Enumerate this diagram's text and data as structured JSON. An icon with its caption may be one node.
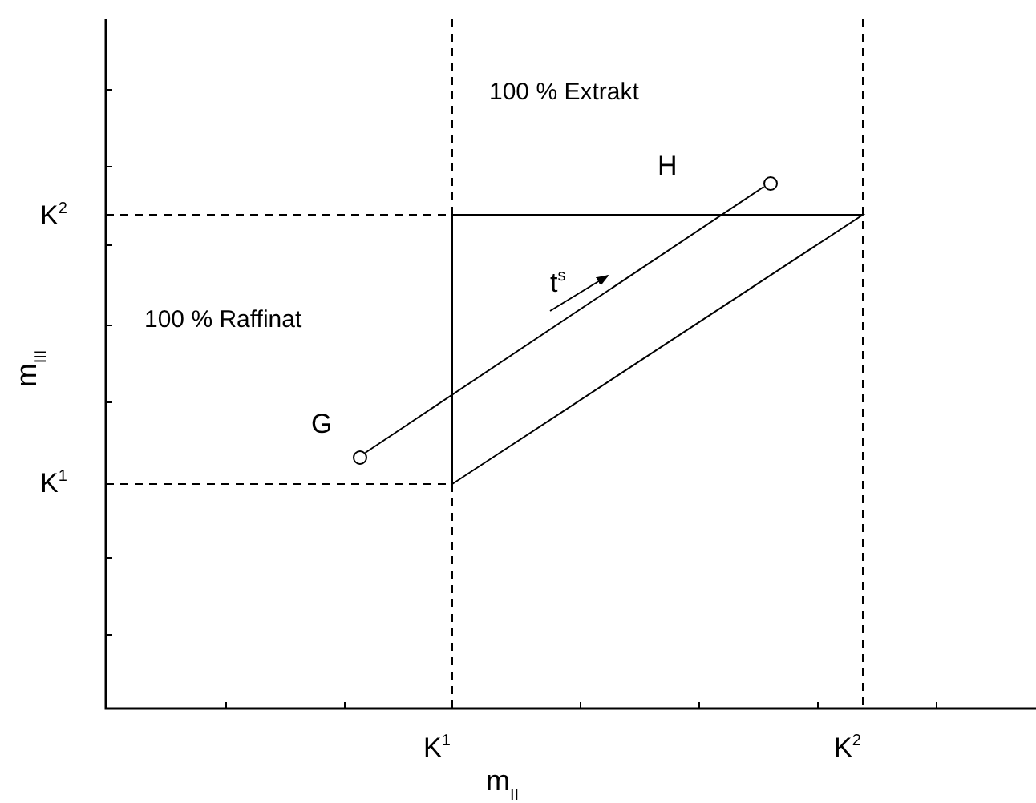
{
  "diagram": {
    "nodes": [
      {
        "text": [],
        "shape": "circle",
        "beside": [
          "G"
        ]
      },
      {
        "text": [],
        "shape": "circle",
        "beside": [
          "H"
        ]
      }
    ],
    "edges": [
      {
        "from": 0,
        "to": 1,
        "arrow": "none"
      }
    ],
    "labels": [
      "100 % Extrakt",
      "K$^{2}$",
      "t$^{s}$",
      "100 % Raffinat",
      "m$_{III}$",
      "K$^{1}$",
      "K$^{1}$",
      "K$^{2}$",
      "m$_{II}$"
    ]
  }
}
